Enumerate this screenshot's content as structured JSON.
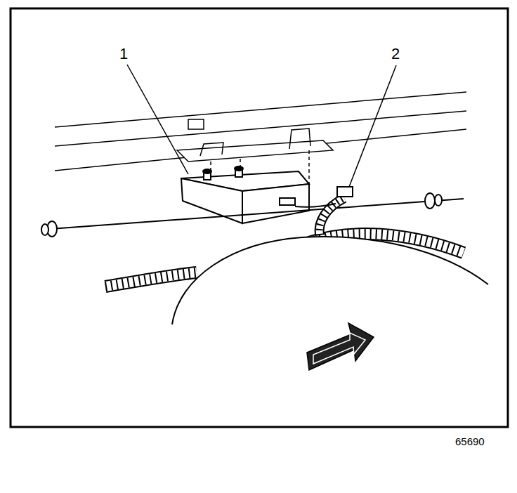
{
  "diagram": {
    "labels": [
      "1",
      "2",
      "65690"
    ]
  }
}
